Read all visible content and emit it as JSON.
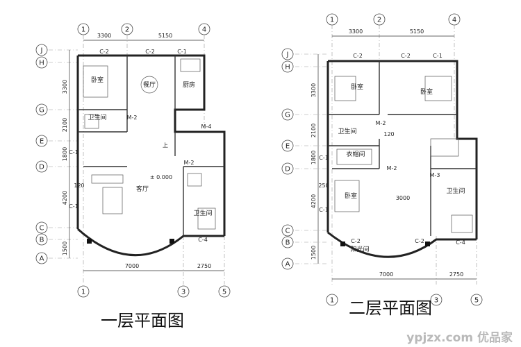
{
  "plans": [
    {
      "title": "一层平面图",
      "top_axes": [
        "1",
        "2",
        "4"
      ],
      "bottom_axes": [
        "1",
        "3",
        "5"
      ],
      "side_axes": [
        "J",
        "H",
        "G",
        "E",
        "D",
        "C",
        "B",
        "A"
      ],
      "top_dims": [
        "3300",
        "5150"
      ],
      "side_dims": [
        "3300",
        "2100",
        "1800",
        "4200",
        "1500"
      ],
      "bottom_dims": [
        "7000",
        "2750"
      ],
      "rooms": [
        "卧室",
        "餐厅",
        "厨房",
        "卫生间",
        "客厅",
        "卫生间"
      ],
      "tags": [
        "C-2",
        "C-2",
        "C-1",
        "M-2",
        "M-4",
        "C-1",
        "C-1",
        "C-4",
        "M-2"
      ],
      "misc": [
        "上",
        "± 0.000",
        "120"
      ]
    },
    {
      "title": "二层平面图",
      "top_axes": [
        "1",
        "2",
        "4"
      ],
      "bottom_axes": [
        "1",
        "3",
        "5"
      ],
      "side_axes": [
        "J",
        "H",
        "G",
        "E",
        "D",
        "C",
        "B",
        "A"
      ],
      "top_dims": [
        "3300",
        "5150"
      ],
      "side_dims": [
        "3300",
        "2100",
        "1800",
        "4200",
        "1500"
      ],
      "bottom_dims": [
        "7000",
        "2750"
      ],
      "rooms": [
        "卧室",
        "卧室",
        "卫生间",
        "衣帽间",
        "卧室",
        "卫生间",
        "阳光间"
      ],
      "tags": [
        "C-2",
        "C-2",
        "C-1",
        "M-2",
        "M-2",
        "C-1",
        "C-1",
        "C-2",
        "C-2",
        "C-4",
        "M-3"
      ],
      "misc": [
        "3000",
        "120",
        "250"
      ]
    }
  ],
  "watermark": "ypjzx.com 优品家"
}
